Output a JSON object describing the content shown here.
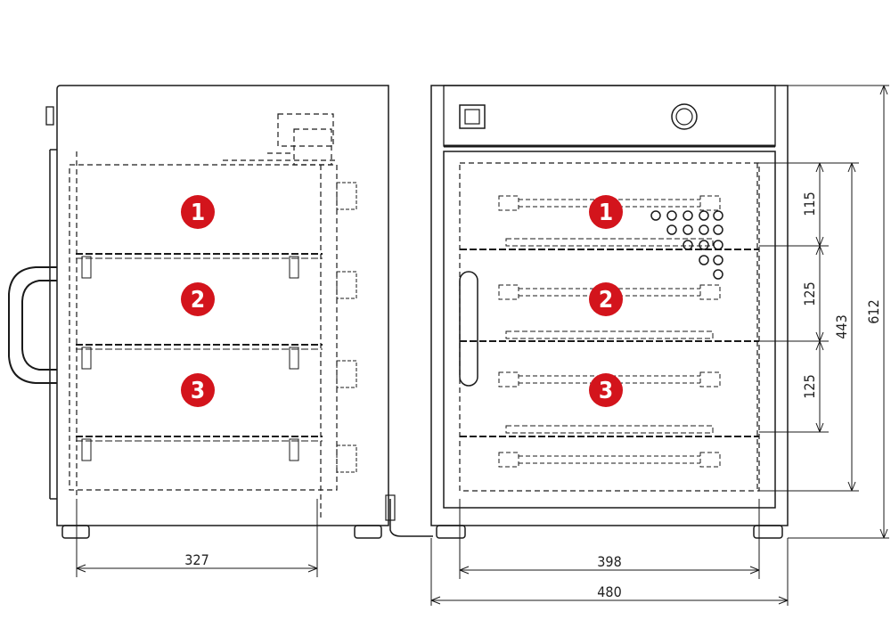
{
  "side_view": {
    "shelf_numbers": [
      "1",
      "2",
      "3"
    ],
    "depth_dimension": "327"
  },
  "front_view": {
    "shelf_numbers": [
      "1",
      "2",
      "3"
    ],
    "inner_width_dimension": "398",
    "outer_width_dimension": "480",
    "shelf_spacing_dimensions": [
      "115",
      "125",
      "125"
    ],
    "inner_height_dimension": "443",
    "outer_height_dimension": "612"
  },
  "colors": {
    "line": "#1a1a1a",
    "badge": "#d3141c",
    "badge_text": "#ffffff"
  }
}
